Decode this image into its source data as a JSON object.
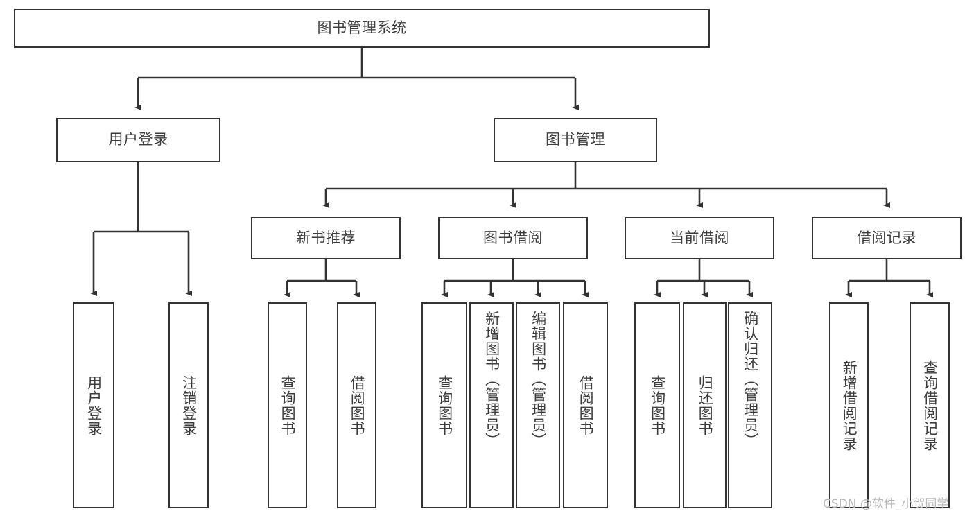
{
  "diagram": {
    "title": "图书管理系统",
    "type": "tree-hierarchy-diagram",
    "colors": {
      "box_border": "#333333",
      "box_fill": "#ffffff",
      "connector": "#333333",
      "text": "#3d3d3d",
      "watermark": "#b9b9b9",
      "background": "#ffffff"
    },
    "root": {
      "label": "图书管理系统"
    },
    "level2": [
      {
        "label": "用户登录"
      },
      {
        "label": "图书管理"
      }
    ],
    "level3": [
      {
        "label": "新书推荐"
      },
      {
        "label": "图书借阅"
      },
      {
        "label": "当前借阅"
      },
      {
        "label": "借阅记录"
      }
    ],
    "leaves": {
      "user_login": [
        {
          "label": "用户登录"
        },
        {
          "label": "注销登录"
        }
      ],
      "new_book_recommend": [
        {
          "label": "查询图书"
        },
        {
          "label": "借阅图书"
        }
      ],
      "book_borrow": [
        {
          "label": "查询图书"
        },
        {
          "label": "新增图书（管理员）"
        },
        {
          "label": "编辑图书（管理员）"
        },
        {
          "label": "借阅图书"
        }
      ],
      "current_borrow": [
        {
          "label": "查询图书"
        },
        {
          "label": "归还图书"
        },
        {
          "label": "确认归还（管理员）"
        }
      ],
      "borrow_record": [
        {
          "label": "新增借阅记录"
        },
        {
          "label": "查询借阅记录"
        }
      ]
    }
  },
  "watermark": {
    "text": "CSDN @软件_小贺同学"
  }
}
